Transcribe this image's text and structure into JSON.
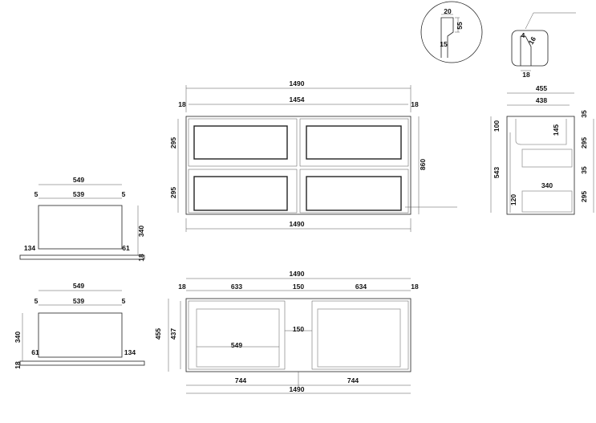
{
  "detail_circle": {
    "d1": "20",
    "d2": "55",
    "d3": "15"
  },
  "detail_box": {
    "d1": "4",
    "d2": "16",
    "d3": "18"
  },
  "side_view": {
    "width_outer": "455",
    "width_inner": "438",
    "top_gap": "35",
    "top_offset": "100",
    "basin_depth": "145",
    "drawer1_height": "295",
    "total_height": "543",
    "mid_gap": "35",
    "drawer_depth": "340",
    "bottom_offset": "120",
    "drawer2_height": "295"
  },
  "front_view": {
    "width_top": "1490",
    "side_left": "18",
    "inner_width": "1454",
    "side_right": "18",
    "drawer1_height": "295",
    "drawer2_height": "295",
    "total_height": "860",
    "width_bottom": "1490"
  },
  "left_top_view": {
    "width": "549",
    "offset_left": "5",
    "inner_width": "539",
    "offset_right": "5",
    "height": "340",
    "left_base": "134",
    "right_base": "61",
    "base_thickness": "18"
  },
  "left_bottom_view": {
    "width": "549",
    "offset_left": "5",
    "inner_width": "539",
    "offset_right": "5",
    "height": "340",
    "left_base": "61",
    "right_base": "134",
    "base_thickness": "18"
  },
  "plan_view": {
    "width_top": "1490",
    "side_left": "18",
    "left_bay": "633",
    "divider": "150",
    "right_bay": "634",
    "side_right": "18",
    "depth_outer": "455",
    "depth_inner": "437",
    "divider_inner": "150",
    "drawer_width": "549",
    "half_left": "744",
    "half_right": "744",
    "width_bottom": "1490"
  }
}
